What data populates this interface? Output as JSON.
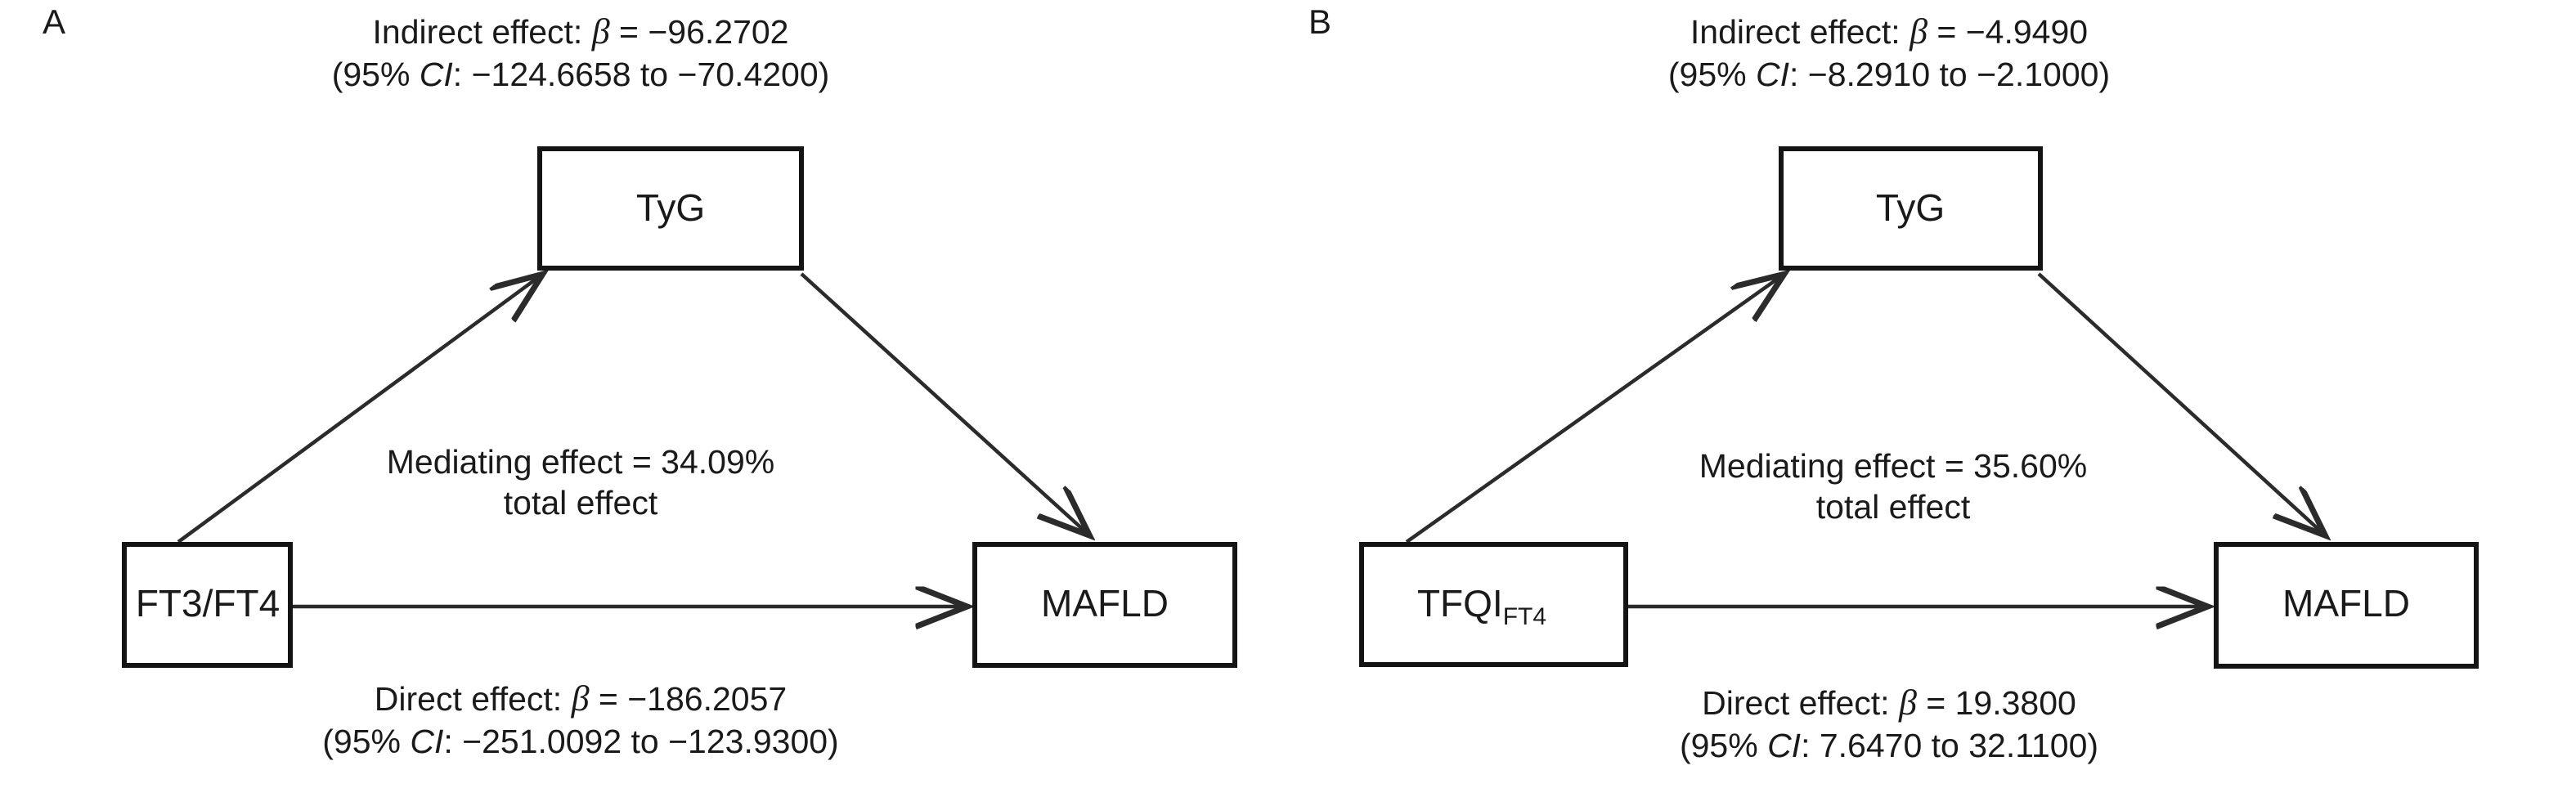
{
  "figure": {
    "background": "#ffffff",
    "line_color": "#2b2b2b",
    "box_border_color": "#141414",
    "text_color": "#1a1a1a"
  },
  "panels": [
    {
      "id": "A",
      "label": "A",
      "indirect": {
        "line1_prefix": "Indirect effect: ",
        "beta": "β",
        "line1_value": " = −96.2702",
        "line2_prefix": "(95% ",
        "line2_ci": "CI",
        "line2_value": ": −124.6658 to −70.4200)"
      },
      "mediating": {
        "line1": "Mediating effect = 34.09%",
        "line2": "total effect"
      },
      "direct": {
        "line1_prefix": "Direct effect: ",
        "beta": "β",
        "line1_value": " = −186.2057",
        "line2_prefix": "(95% ",
        "line2_ci": "CI",
        "line2_value": ": −251.0092 to −123.9300)"
      },
      "nodes": {
        "mediator": {
          "label": "TyG",
          "subscript": ""
        },
        "predictor": {
          "label": "FT3/FT4",
          "subscript": ""
        },
        "outcome": {
          "label": "MAFLD",
          "subscript": ""
        }
      }
    },
    {
      "id": "B",
      "label": "B",
      "indirect": {
        "line1_prefix": "Indirect effect: ",
        "beta": "β",
        "line1_value": " = −4.9490",
        "line2_prefix": "(95% ",
        "line2_ci": "CI",
        "line2_value": ": −8.2910 to −2.1000)"
      },
      "mediating": {
        "line1": "Mediating effect = 35.60%",
        "line2": "total effect"
      },
      "direct": {
        "line1_prefix": "Direct effect: ",
        "beta": "β",
        "line1_value": " = 19.3800",
        "line2_prefix": "(95% ",
        "line2_ci": "CI",
        "line2_value": ": 7.6470 to 32.1100)"
      },
      "nodes": {
        "mediator": {
          "label": "TyG",
          "subscript": ""
        },
        "predictor": {
          "label": "TFQI",
          "subscript": "FT4"
        },
        "outcome": {
          "label": "MAFLD",
          "subscript": ""
        }
      }
    }
  ]
}
